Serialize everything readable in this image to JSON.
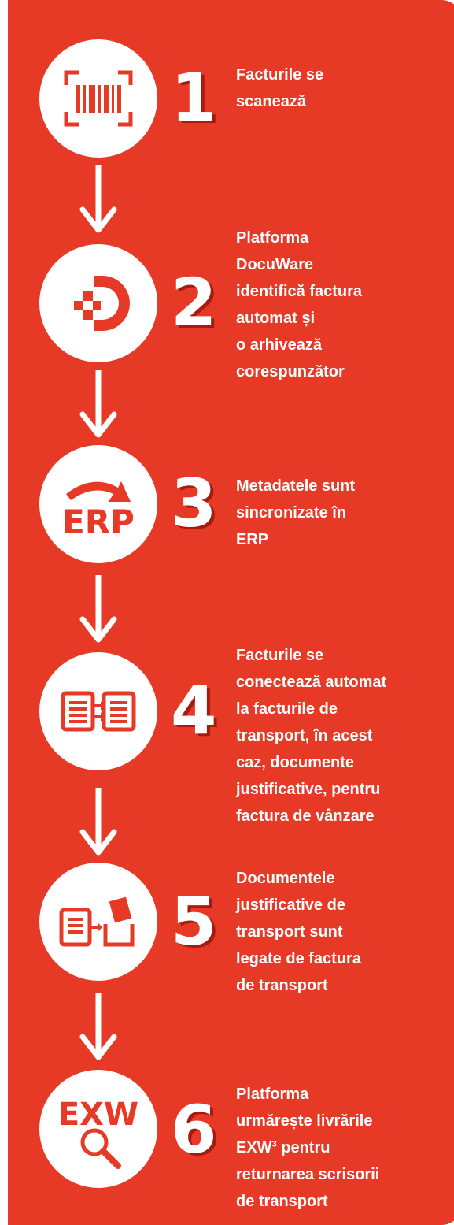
{
  "steps": [
    {
      "number": "1",
      "text": "Facturile se\nscanează",
      "icon": "barcode-scan-icon"
    },
    {
      "number": "2",
      "text": "Platforma\nDocuWare\nidentifică factura\nautomat și\no arhivează\ncorespunzător",
      "icon": "docuware-logo-icon"
    },
    {
      "number": "3",
      "text": "Metadatele sunt\nsincronizate în\nERP",
      "icon": "erp-sync-icon",
      "icon_label": "ERP"
    },
    {
      "number": "4",
      "text": "Facturile se\nconectează automat\nla facturile de\ntransport, în acest\ncaz, documente\njustificative, pentru\nfactura de vânzare",
      "icon": "documents-link-icon"
    },
    {
      "number": "5",
      "text": "Documentele\njustificative de\ntransport sunt\nlegate de factura\nde transport",
      "icon": "document-attach-icon"
    },
    {
      "number": "6",
      "text_before": "Platforma\nurmărește livrările\nEXW",
      "text_sup": "3",
      "text_after": "  pentru\nreturnarea scrisorii\nde transport",
      "icon": "exw-search-icon",
      "icon_label": "EXW"
    }
  ],
  "colors": {
    "background": "#e63a27",
    "shadow": "#a61a10",
    "foreground": "#ffffff"
  }
}
